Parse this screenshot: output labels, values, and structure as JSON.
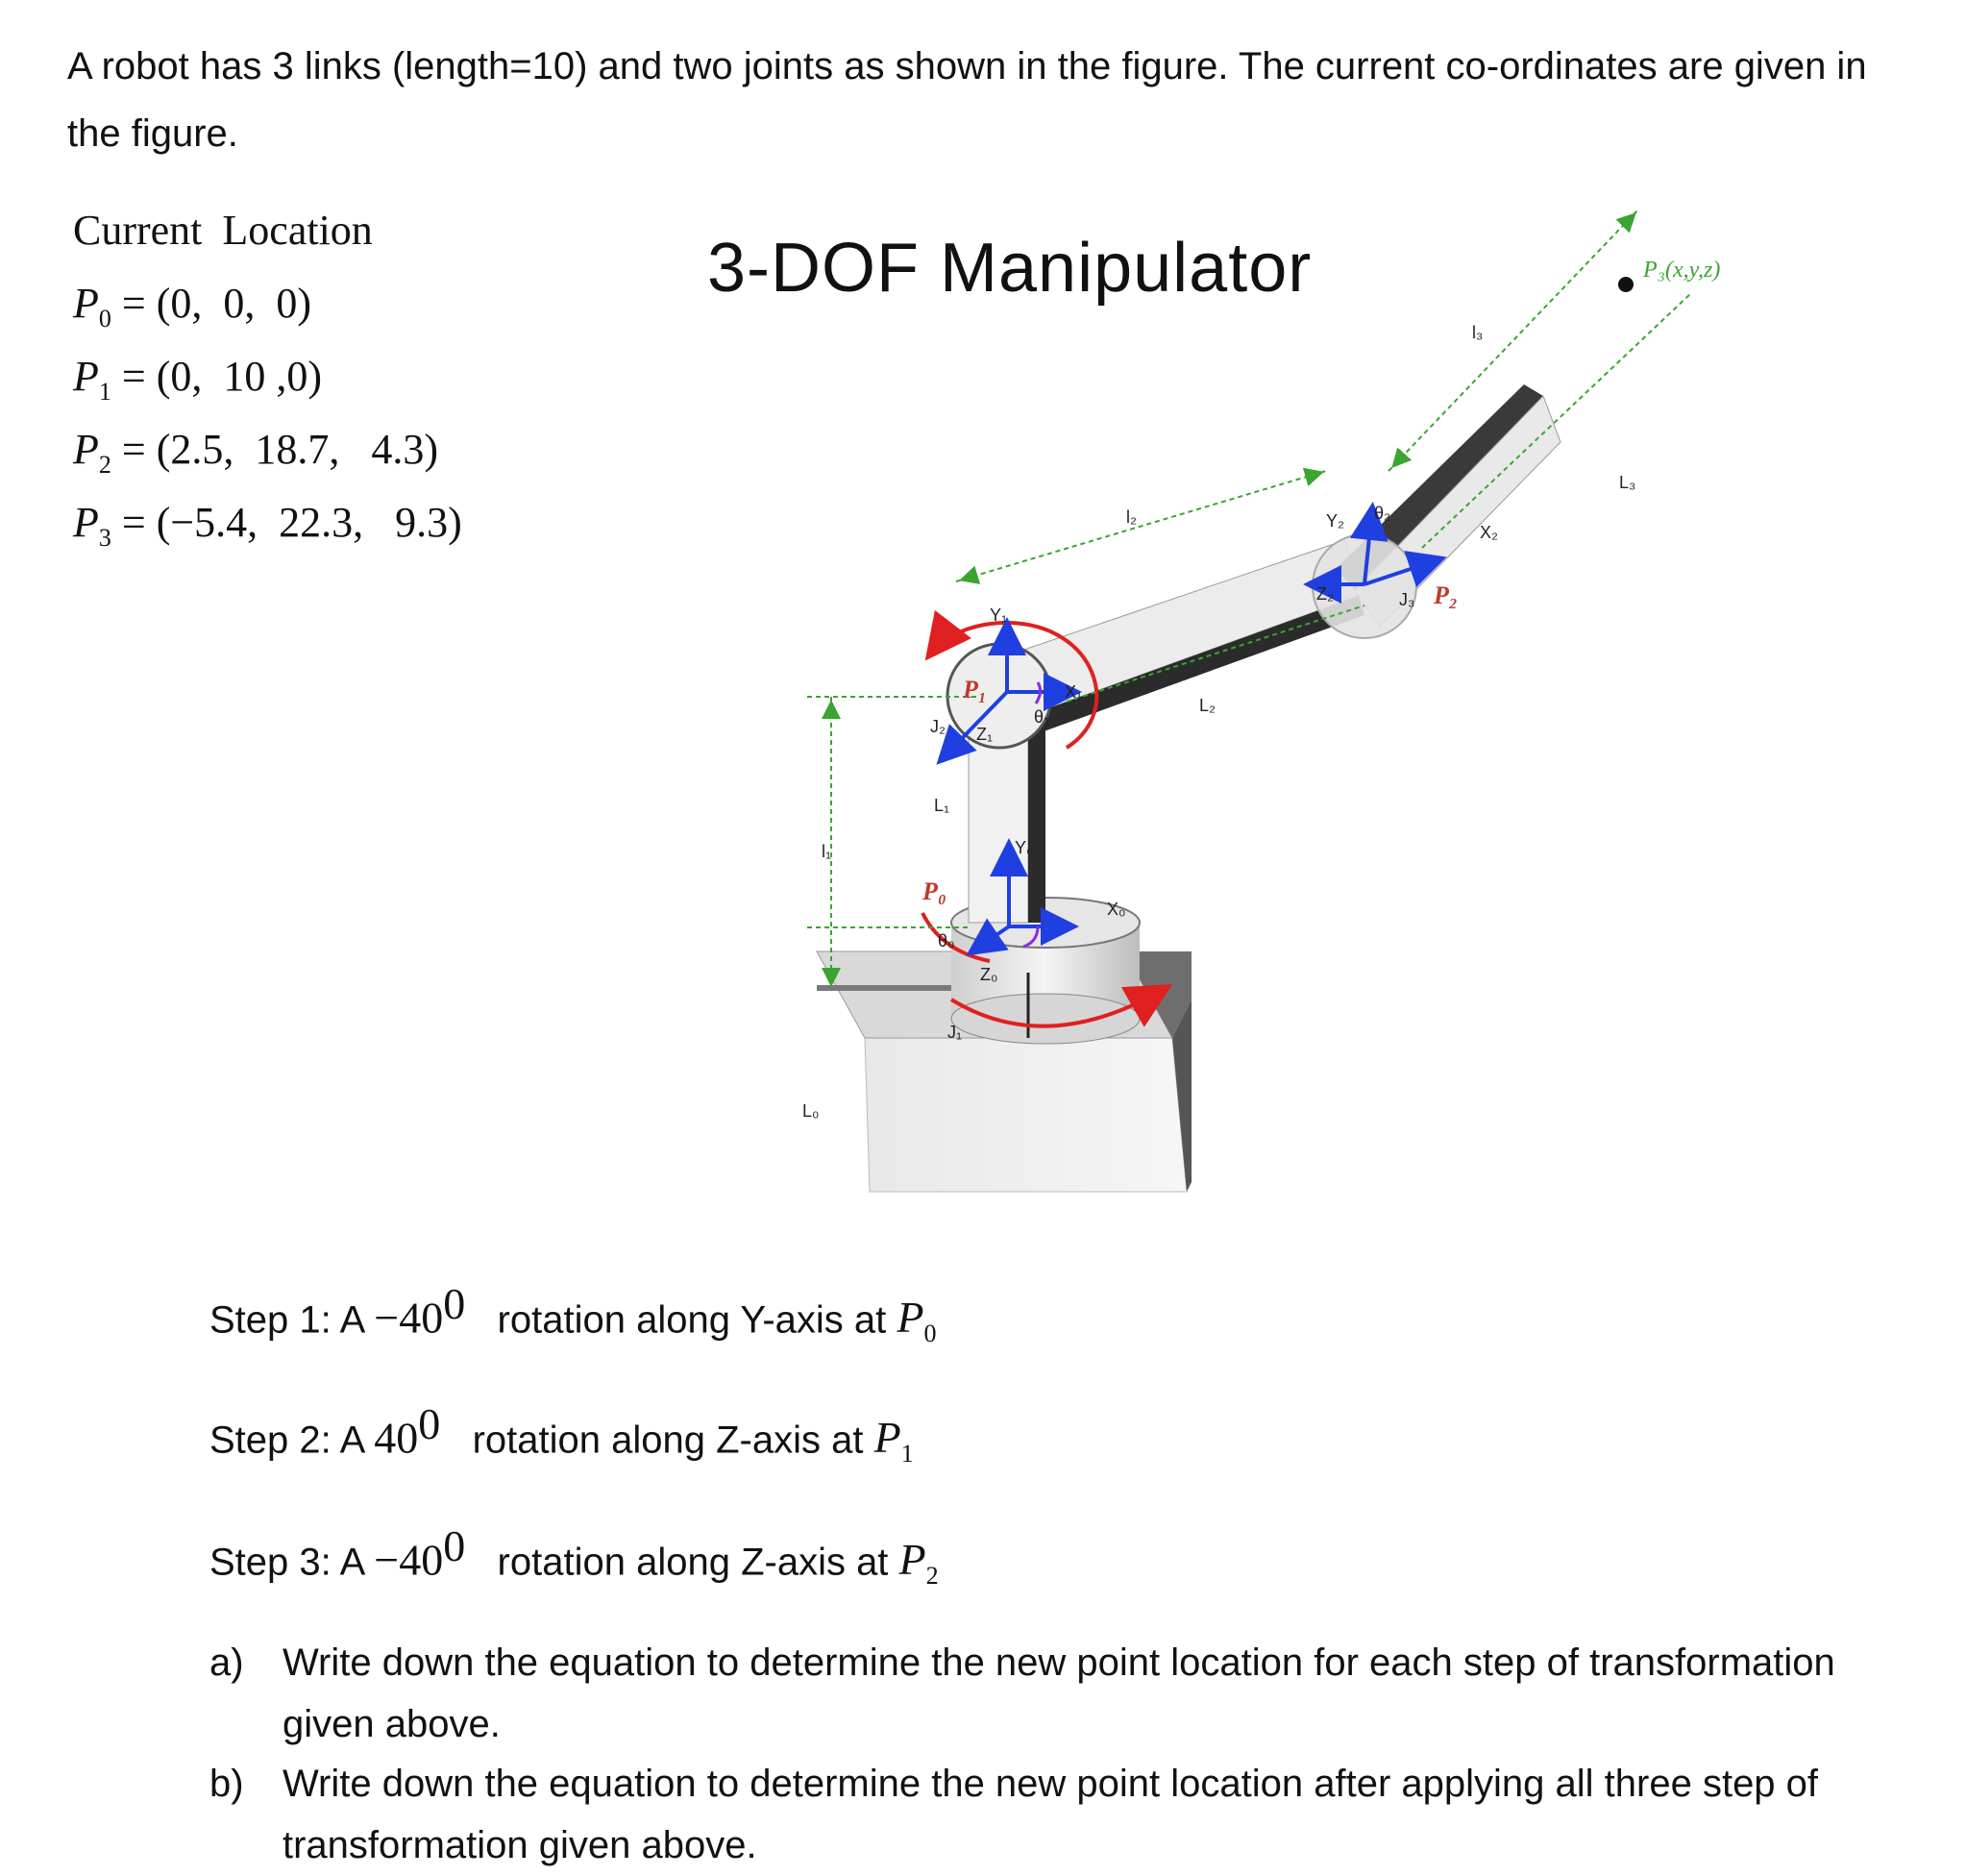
{
  "intro": "A robot has 3 links (length=10) and two joints as shown in the figure. The current co-ordinates are given in the figure.",
  "location": {
    "title": "Current Location",
    "points": [
      {
        "label": "P",
        "sub": "0",
        "value": "= (0,  0,  0)"
      },
      {
        "label": "P",
        "sub": "1",
        "value": "= (0,  10 ,0)"
      },
      {
        "label": "P",
        "sub": "2",
        "value": "= (2.5,  18.7,   4.3)"
      },
      {
        "label": "P",
        "sub": "3",
        "value": "= (−5.4,  22.3,   9.3)"
      }
    ]
  },
  "figure": {
    "title": "3-DOF Manipulator",
    "labels": {
      "p3": "P₃(x,y,z)",
      "p0": "P₀",
      "p1": "P₁",
      "p2": "P₂",
      "l1": "l₁",
      "l2": "l₂",
      "l3": "l₃",
      "L0": "L₀",
      "L1": "L₁",
      "L2": "L₂",
      "L3": "L₃",
      "J1": "J₁",
      "J2": "J₂",
      "J3": "J₃",
      "X0": "X₀",
      "Y0": "Y₀",
      "Z0": "Z₀",
      "X1": "X₁",
      "Y1": "Y₁",
      "Z1": "Z₁",
      "X2": "X₂",
      "Y2": "Y₂",
      "Z2": "Z₂",
      "th0": "θ₀",
      "th1": "θ₁",
      "th2": "θ₂"
    },
    "colors": {
      "axis": "#1f3fe0",
      "rotation": "#e02020",
      "dimension": "#3aa530",
      "angle": "#8a2be2"
    }
  },
  "steps": [
    {
      "prefix": "Step 1:  A ",
      "angle": "−40",
      "deg": "0",
      "text": "rotation along Y-axis at ",
      "point": "P",
      "sub": "0"
    },
    {
      "prefix": "Step 2:  A ",
      "angle": "40",
      "deg": "0",
      "text": "rotation along Z-axis at ",
      "point": "P",
      "sub": "1"
    },
    {
      "prefix": "Step 3:  A ",
      "angle": "−40",
      "deg": "0",
      "text": "rotation along Z-axis at ",
      "point": "P",
      "sub": "2"
    }
  ],
  "questions": [
    {
      "label": "a)",
      "text": "Write down the equation to determine the new point location for each step of transformation given above."
    },
    {
      "label": "b)",
      "text": "Write down the equation to determine the new point location after applying all three step of transformation given above."
    }
  ]
}
